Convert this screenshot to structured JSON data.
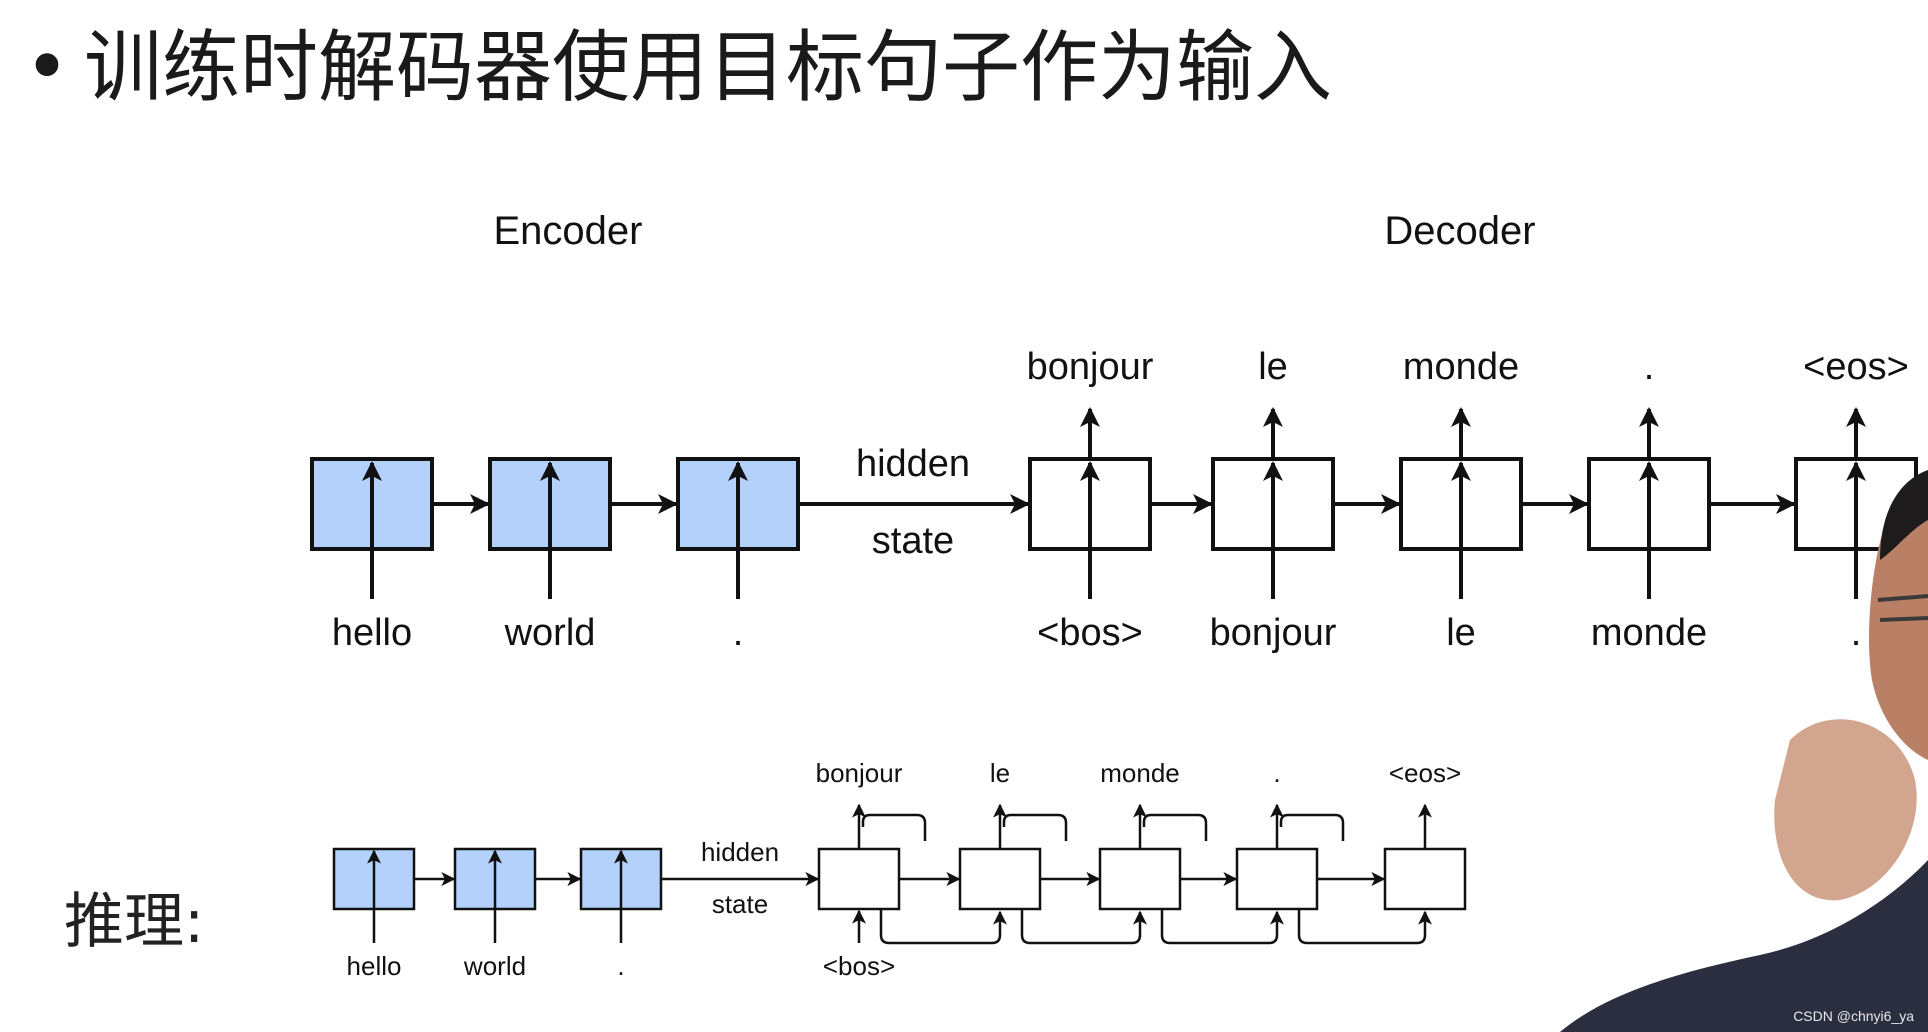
{
  "slide": {
    "bullet": "•",
    "title": "训练时解码器使用目标句子作为输入",
    "inference_label": "推理:"
  },
  "colors": {
    "encoder_fill": "#b3d1fb",
    "decoder_fill": "#ffffff",
    "stroke": "#111111"
  },
  "training_diagram": {
    "encoder_heading": "Encoder",
    "decoder_heading": "Decoder",
    "encoder_inputs": [
      "hello",
      "world",
      "."
    ],
    "context_label_top": "hidden",
    "context_label_bottom": "state",
    "decoder_inputs": [
      "<bos>",
      "bonjour",
      "le",
      "monde",
      "."
    ],
    "decoder_outputs": [
      "bonjour",
      "le",
      "monde",
      ".",
      "<eos>"
    ]
  },
  "inference_diagram": {
    "encoder_inputs": [
      "hello",
      "world",
      "."
    ],
    "context_label_top": "hidden",
    "context_label_bottom": "state",
    "decoder_inputs": [
      "<bos>"
    ],
    "decoder_outputs": [
      "bonjour",
      "le",
      "monde",
      ".",
      "<eos>"
    ]
  },
  "watermark": "CSDN @chnyi6_ya"
}
